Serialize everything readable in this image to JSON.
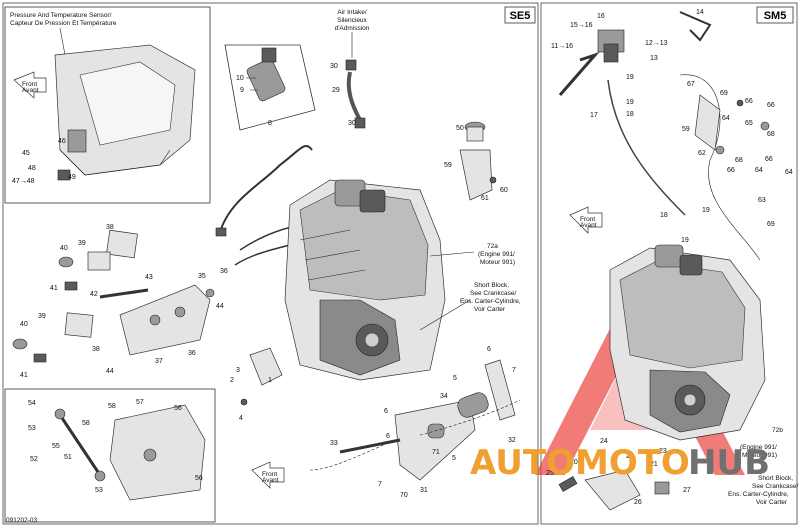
{
  "panels": {
    "se5": {
      "tag": "SE5"
    },
    "sm5": {
      "tag": "SM5"
    }
  },
  "notes": {
    "sensor_line1": "Pressure And Temperature Sensor/",
    "sensor_line2": "Capteur De Pression Et Température",
    "intake_line1": "Air Intake/",
    "intake_line2": "Silencieux",
    "intake_line3": "d'Admission",
    "engine_a_line1": "72a",
    "engine_a_line2": "(Engine 991/",
    "engine_a_line3": "Moteur 991)",
    "short_a_line1": "Short Block,",
    "short_a_line2": "See Crankcase/",
    "short_a_line3": "Ens. Carter-Cylindre,",
    "short_a_line4": "Voir Carter",
    "engine_b_line1": "72b",
    "engine_b_line2": "(Engine 991/",
    "engine_b_line3": "Moteur 991)",
    "short_b_line1": "Short Block,",
    "short_b_line2": "See Crankcase/",
    "short_b_line3": "Ens. Carter-Cylindre,",
    "short_b_line4": "Voir Carter"
  },
  "front_arrows": {
    "line1": "Front",
    "line2": "Avant"
  },
  "watermark": {
    "auto": "AUTO",
    "moto": "MOTO",
    "hub": "HUB"
  },
  "colors": {
    "watermark_red": "#e8302a",
    "watermark_orange": "#f0a030",
    "watermark_gray": "#707070"
  },
  "code": "091202-03",
  "labels": {
    "l1": "1",
    "l2": "2",
    "l3": "3",
    "l4": "4",
    "l5": "5",
    "l6": "6",
    "l7": "7",
    "l8": "8",
    "l9": "9",
    "l10": "10",
    "l11_16": "11→16",
    "l12_13": "12→13",
    "l13": "13",
    "l14": "14",
    "l15_16": "15→16",
    "l16": "16",
    "l17": "17",
    "l18": "18",
    "l19a": "19",
    "l19b": "19",
    "l19c": "19",
    "l19d": "19",
    "l20": "20",
    "l21": "21",
    "l22": "22",
    "l23": "23",
    "l24": "24",
    "l25": "25",
    "l26": "26",
    "l27": "27",
    "l29": "29",
    "l30a": "30",
    "l30b": "30",
    "l31": "31",
    "l32": "32",
    "l33": "33",
    "l34": "34",
    "l35": "35",
    "l36a": "36",
    "l36b": "36",
    "l37": "37",
    "l38a": "38",
    "l38b": "38",
    "l39a": "39",
    "l39b": "39",
    "l40a": "40",
    "l40b": "40",
    "l41a": "41",
    "l41b": "41",
    "l42": "42",
    "l43": "43",
    "l44a": "44",
    "l44b": "44",
    "l45": "45",
    "l46": "46",
    "l47_48": "47→48",
    "l48": "48",
    "l49": "49",
    "l50": "50",
    "l51": "51",
    "l52": "52",
    "l53a": "53",
    "l53b": "53",
    "l54": "54",
    "l55": "55",
    "l56a": "56",
    "l56b": "56",
    "l57": "57",
    "l58a": "58",
    "l58b": "58",
    "l59a": "59",
    "l59b": "59",
    "l60": "60",
    "l61": "61",
    "l62": "62",
    "l63": "63",
    "l64a": "64",
    "l64b": "64",
    "l65": "65",
    "l66a": "66",
    "l66b": "66",
    "l66c": "66",
    "l67": "67",
    "l68a": "68",
    "l68b": "68",
    "l69a": "69",
    "l69b": "69",
    "l70": "70",
    "l71": "71",
    "l6b": "6",
    "l6c": "6",
    "l7b": "7",
    "l5b": "5"
  }
}
